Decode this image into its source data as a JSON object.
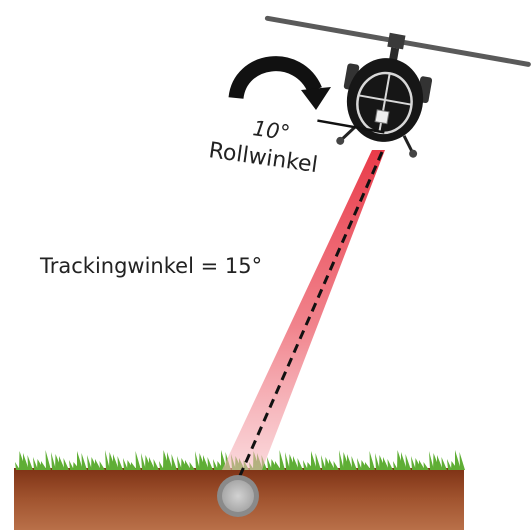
{
  "roll": {
    "angle_text": "10°",
    "label": "Rollwinkel"
  },
  "tracking": {
    "label": "Trackingwinkel = 15°"
  },
  "colors": {
    "arrow": "#111111",
    "beam": "#e8303f",
    "beam_light": "#f6b7bd",
    "soil_top": "#8a3a1a",
    "soil_bottom": "#b76a45",
    "grass": "#5fae35",
    "pipe_ring": "#7a7a7a",
    "pipe_fill": "#c9c9c9",
    "helicopter": "#161616"
  },
  "icons": {
    "helicopter": "helicopter-icon",
    "rotation_arrow": "curved-arrow-icon",
    "pipe": "pipe-cross-section-icon"
  }
}
